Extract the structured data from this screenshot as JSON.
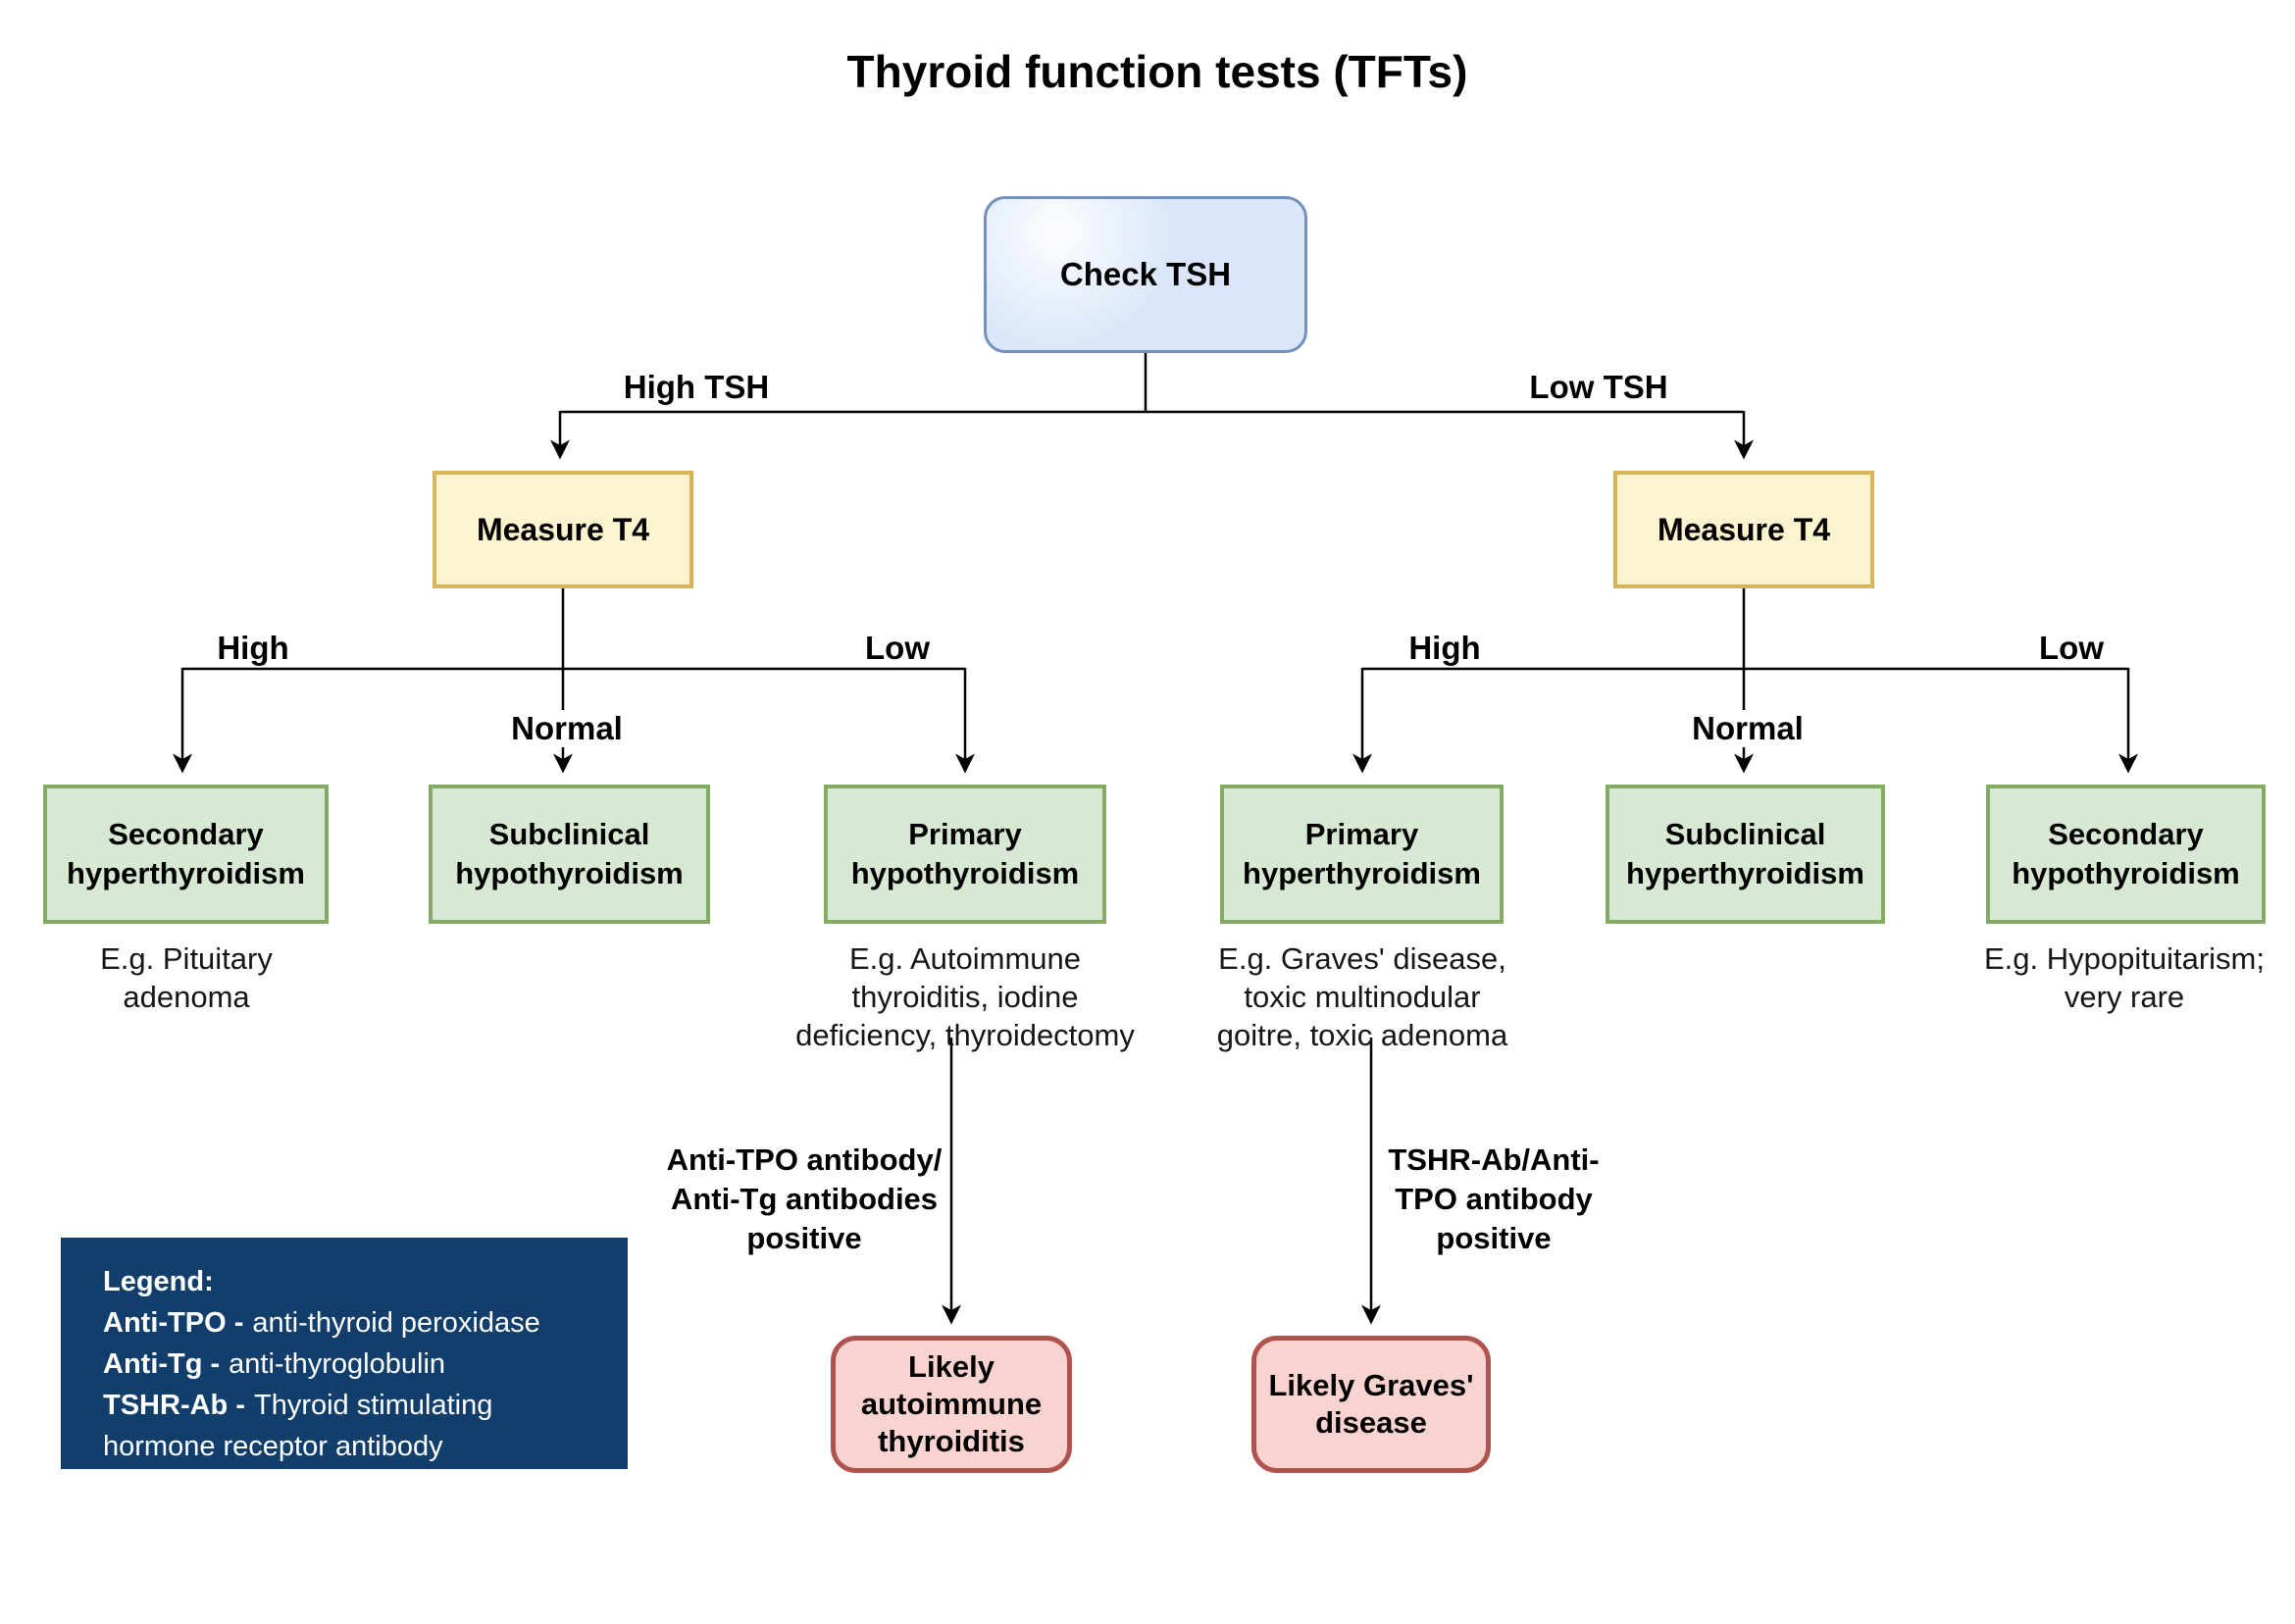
{
  "title": "Thyroid function tests (TFTs)",
  "colors": {
    "decision-fill": "#dbe7f8",
    "decision-border": "#7590ba",
    "process-fill": "#fdf3cf",
    "process-border": "#d6b656",
    "outcome-fill": "#d7e9d2",
    "outcome-border": "#84ab63",
    "result-fill": "#f8d3d0",
    "result-border": "#af534e",
    "legend-bg": "#123e6b",
    "legend-text": "#ffffff",
    "line": "#000000"
  },
  "nodes": {
    "check_tsh": {
      "label": "Check TSH"
    },
    "measure_t4_high_tsh": {
      "label": "Measure T4"
    },
    "measure_t4_low_tsh": {
      "label": "Measure T4"
    },
    "secondary_hyperthyroidism": {
      "label": "Secondary\nhyperthyroidism",
      "caption": "E.g. Pituitary\nadenoma"
    },
    "subclinical_hypothyroidism": {
      "label": "Subclinical\nhypothyroidism"
    },
    "primary_hypothyroidism": {
      "label": "Primary\nhypothyroidism",
      "caption": "E.g. Autoimmune\nthyroiditis, iodine\ndeficiency, thyroidectomy"
    },
    "primary_hyperthyroidism": {
      "label": "Primary\nhyperthyroidism",
      "caption": "E.g. Graves' disease,\ntoxic multinodular\ngoitre, toxic adenoma"
    },
    "subclinical_hyperthyroidism": {
      "label": "Subclinical\nhyperthyroidism"
    },
    "secondary_hypothyroidism": {
      "label": "Secondary\nhypothyroidism",
      "caption": "E.g. Hypopituitarism;\nvery rare"
    },
    "likely_autoimmune_thyroiditis": {
      "label": "Likely\nautoimmune\nthyroiditis"
    },
    "likely_graves_disease": {
      "label": "Likely Graves'\ndisease"
    }
  },
  "edge_labels": {
    "high_tsh": "High TSH",
    "low_tsh": "Low TSH",
    "left_high": "High",
    "left_normal": "Normal",
    "left_low": "Low",
    "right_high": "High",
    "right_normal": "Normal",
    "right_low": "Low",
    "anti_tpo_positive": "Anti-TPO antibody/\nAnti-Tg antibodies\npositive",
    "tshr_ab_positive": "TSHR-Ab/Anti-\nTPO antibody\npositive"
  },
  "legend": {
    "title": "Legend:",
    "entries": [
      {
        "term": "Anti-TPO -",
        "definition": "anti-thyroid peroxidase"
      },
      {
        "term": "Anti-Tg -",
        "definition": "anti-thyroglobulin"
      },
      {
        "term": "TSHR-Ab -",
        "definition": "Thyroid stimulating hormone receptor antibody"
      }
    ]
  }
}
